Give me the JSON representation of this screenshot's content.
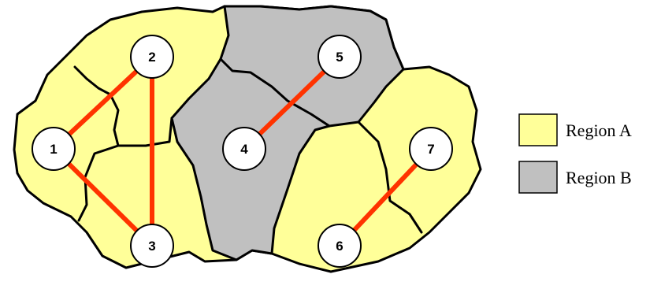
{
  "colors": {
    "region_a": "#FFFF99",
    "region_b": "#C0C0C0",
    "link": "#FF3300",
    "border": "#000000",
    "node_fill": "#FFFFFF"
  },
  "legend": {
    "region_a_label": "Region A",
    "region_b_label": "Region B"
  },
  "nodes": [
    {
      "id": "1",
      "label": "1",
      "region": "A"
    },
    {
      "id": "2",
      "label": "2",
      "region": "A"
    },
    {
      "id": "3",
      "label": "3",
      "region": "A"
    },
    {
      "id": "4",
      "label": "4",
      "region": "B"
    },
    {
      "id": "5",
      "label": "5",
      "region": "B"
    },
    {
      "id": "6",
      "label": "6",
      "region": "A"
    },
    {
      "id": "7",
      "label": "7",
      "region": "A"
    }
  ],
  "links": [
    {
      "from": "1",
      "to": "2"
    },
    {
      "from": "1",
      "to": "3"
    },
    {
      "from": "2",
      "to": "3"
    },
    {
      "from": "4",
      "to": "5"
    },
    {
      "from": "6",
      "to": "7"
    }
  ]
}
